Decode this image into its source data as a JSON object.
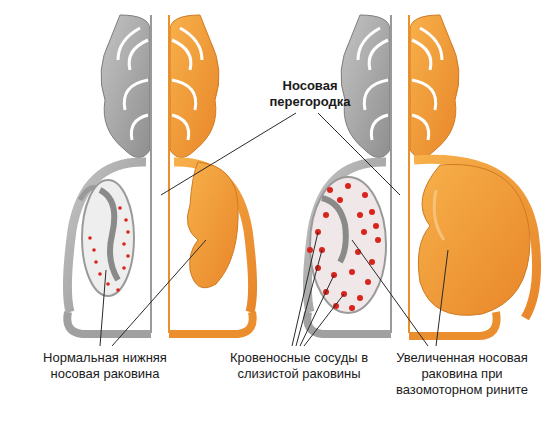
{
  "diagram": {
    "labels": [
      "Носовая перегородка",
      "Нормальная нижняя носовая раковина",
      "Кровеносные сосуды в слизистой раковины",
      "Увеличенная носовая раковина при вазомоторном рините"
    ]
  }
}
